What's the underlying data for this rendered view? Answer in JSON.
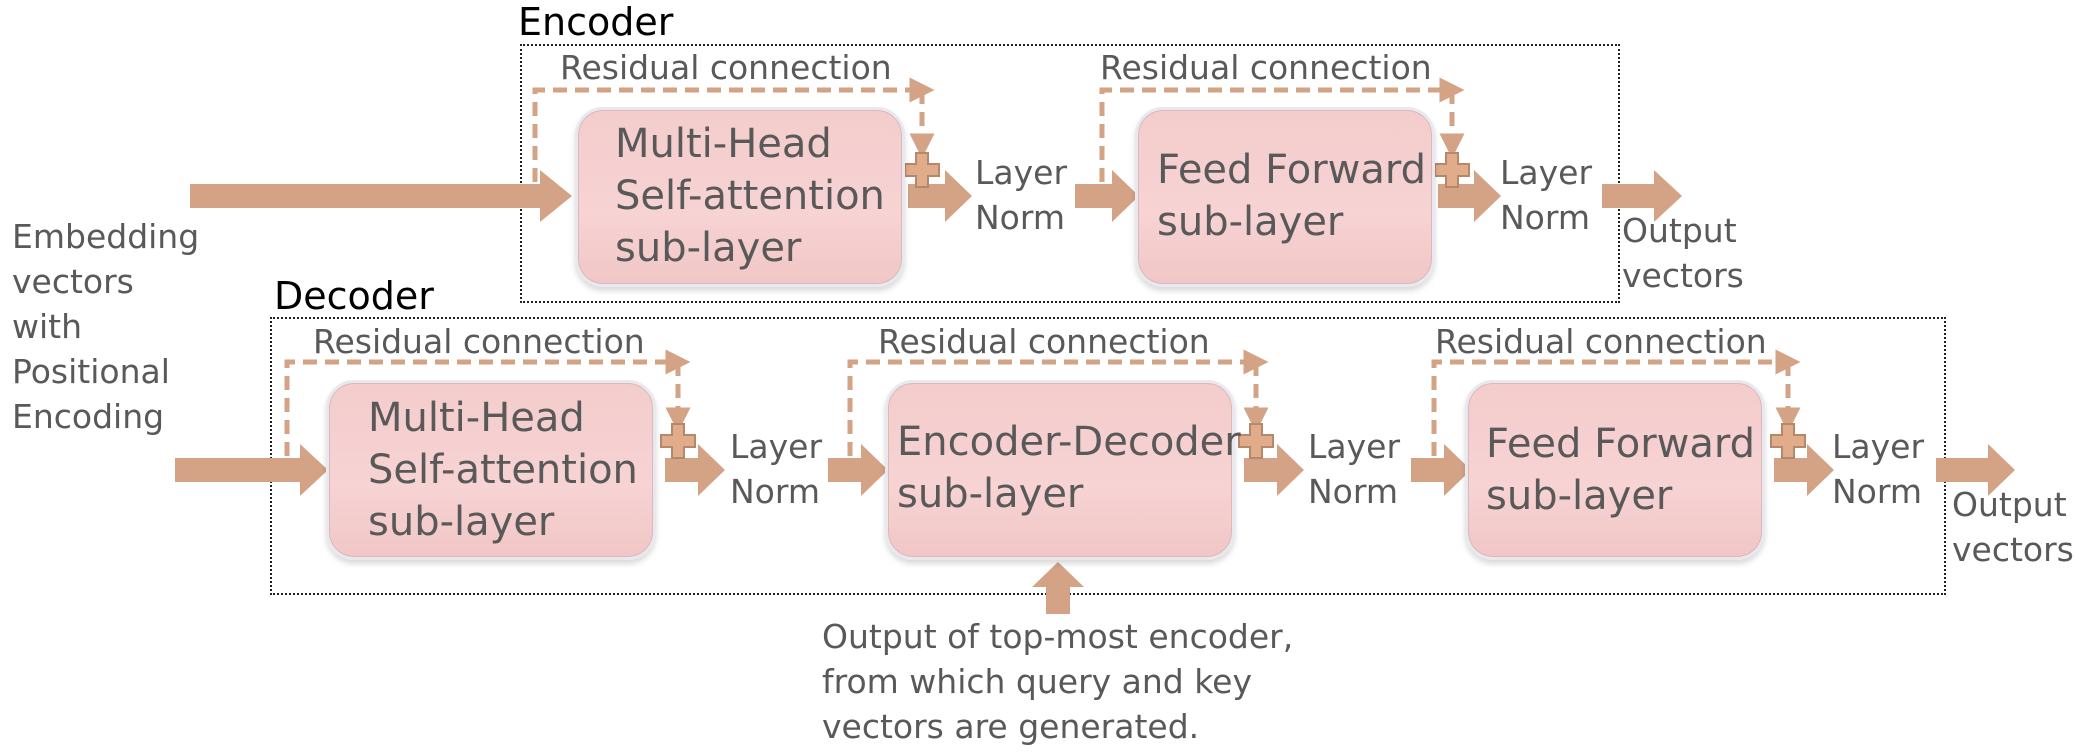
{
  "colors": {
    "arrow": "#d4a284",
    "plus_fill": "#e0ac8a",
    "plus_stroke": "#b7876a",
    "block_fill": "#f4cccc",
    "text": "#595959"
  },
  "input_label": [
    "Embedding",
    "vectors",
    "with",
    "Positional",
    "Encoding"
  ],
  "encoder": {
    "title": "Encoder",
    "residual_labels": [
      "Residual connection",
      "Residual connection"
    ],
    "blocks": [
      {
        "lines": [
          "Multi-Head",
          "Self-attention",
          "sub-layer"
        ]
      },
      {
        "lines": [
          "Feed Forward",
          "sub-layer"
        ]
      }
    ],
    "norm_labels": [
      [
        "Layer",
        "Norm"
      ],
      [
        "Layer",
        "Norm"
      ]
    ],
    "output_label": [
      "Output",
      "vectors"
    ]
  },
  "decoder": {
    "title": "Decoder",
    "residual_labels": [
      "Residual connection",
      "Residual connection",
      "Residual connection"
    ],
    "blocks": [
      {
        "lines": [
          "Multi-Head",
          "Self-attention",
          "sub-layer"
        ]
      },
      {
        "lines": [
          "Encoder-Decoder",
          "sub-layer"
        ]
      },
      {
        "lines": [
          "Feed Forward",
          "sub-layer"
        ]
      }
    ],
    "norm_labels": [
      [
        "Layer",
        "Norm"
      ],
      [
        "Layer",
        "Norm"
      ],
      [
        "Layer",
        "Norm"
      ]
    ],
    "output_label": [
      "Output",
      "vectors"
    ]
  },
  "encoder_output_note": [
    "Output of top-most encoder,",
    "from which query and key",
    "vectors are generated."
  ]
}
